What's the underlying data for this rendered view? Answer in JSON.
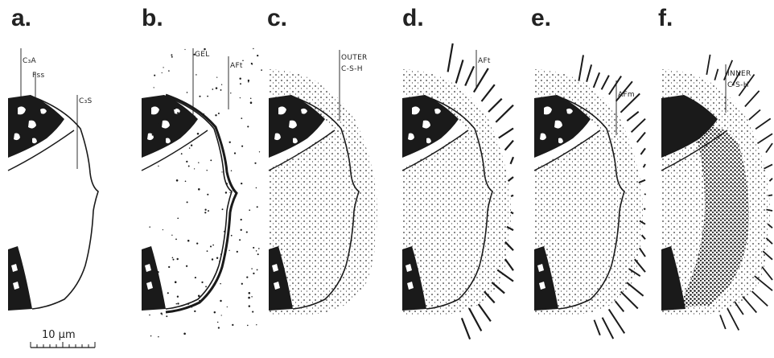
{
  "panels": [
    {
      "letter": "a.",
      "labels": [
        "C₃A",
        "Fss",
        "C₃S"
      ]
    },
    {
      "letter": "b.",
      "labels": [
        "GEL",
        "AFt"
      ]
    },
    {
      "letter": "c.",
      "labels": [
        "OUTER",
        "C-S-H"
      ]
    },
    {
      "letter": "d.",
      "labels": [
        "AFt"
      ]
    },
    {
      "letter": "e.",
      "labels": [
        "AFm"
      ]
    },
    {
      "letter": "f.",
      "labels": [
        "INNER",
        "C-S-H"
      ]
    }
  ],
  "scale_bar": {
    "label": "10 μm"
  },
  "colors": {
    "ink": "#1a1a1a",
    "paper": "#ffffff"
  }
}
